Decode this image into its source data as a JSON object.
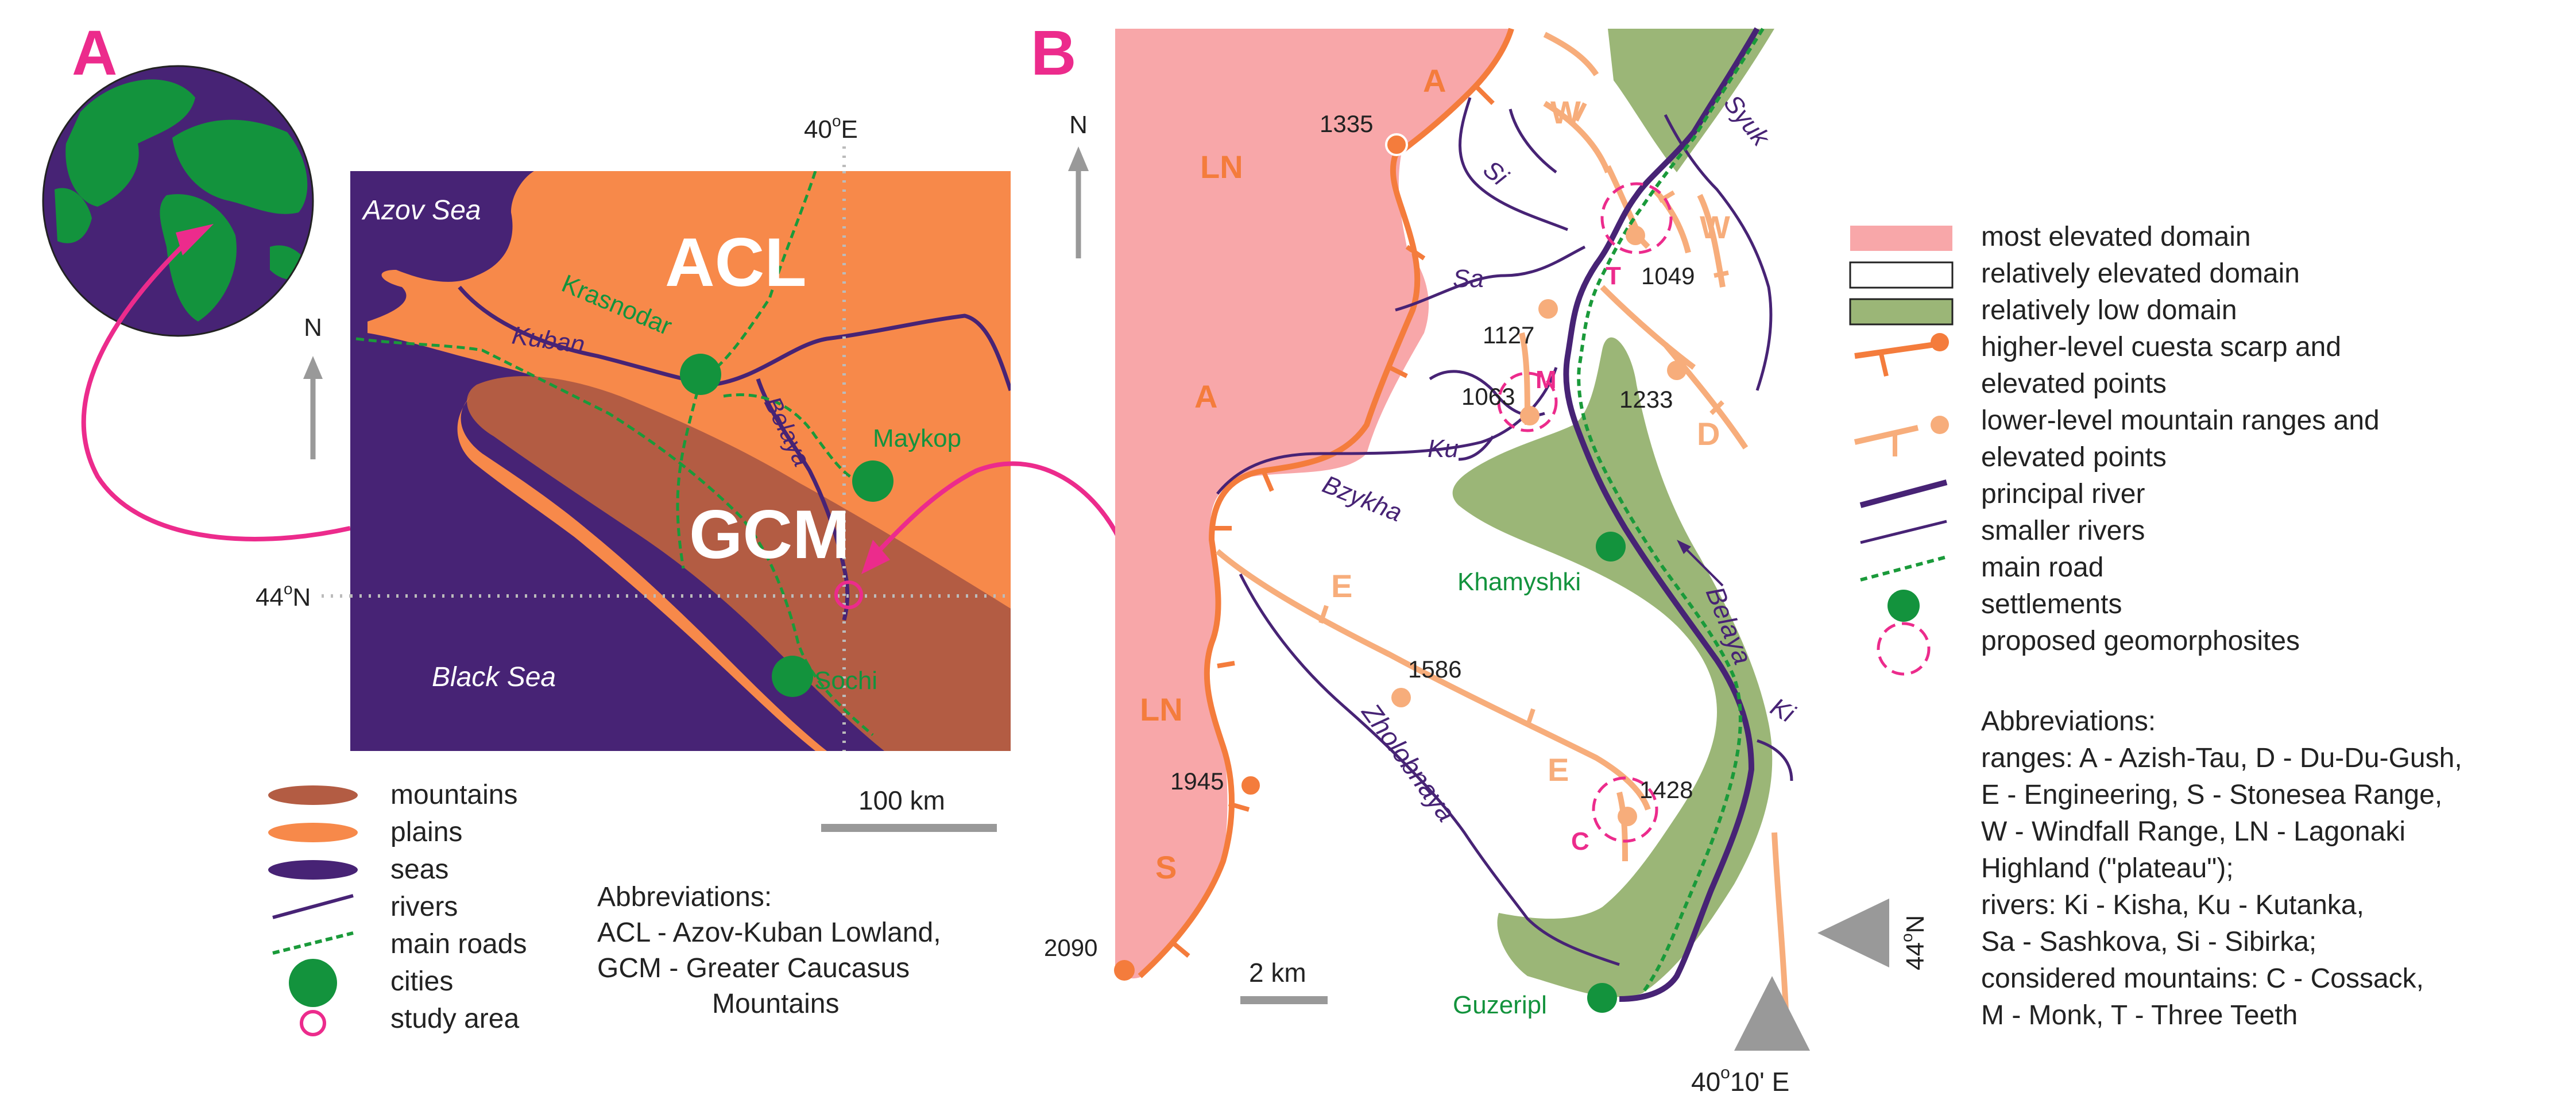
{
  "panel_a": {
    "letter": "A",
    "north": "N",
    "meridian": "40",
    "meridian_sup": "o",
    "meridian_dir": "E",
    "parallel": "44",
    "parallel_sup": "o",
    "parallel_dir": "N",
    "labels": {
      "azov": "Azov Sea",
      "black": "Black Sea",
      "acl": "ACL",
      "gcm": "GCM",
      "krasnodar": "Krasnodar",
      "kuban": "Kuban",
      "belaya": "Belaya",
      "maykop": "Maykop",
      "sochi": "Sochi"
    },
    "scale": "100 km",
    "legend": [
      "mountains",
      "plains",
      "seas",
      "rivers",
      "main roads",
      "cities",
      "study area"
    ],
    "abbr_title": "Abbreviations:",
    "abbr_lines": [
      "ACL - Azov-Kuban Lowland,",
      "GCM - Greater Caucasus",
      "Mountains"
    ]
  },
  "panel_b": {
    "letter": "B",
    "north": "N",
    "ranges": {
      "ln1": "LN",
      "a1": "A",
      "a2": "A",
      "ln2": "LN",
      "s": "S",
      "w1": "W",
      "w2": "W",
      "d": "D",
      "e1": "E",
      "e2": "E"
    },
    "sites": {
      "t": "T",
      "m": "M",
      "c": "C"
    },
    "rivers": {
      "si": "Si",
      "sa": "Sa",
      "ku": "Ku",
      "syuk": "Syuk",
      "bzykha": "Bzykha",
      "belaya": "Belaya",
      "ki": "Ki",
      "zholobnaya": "Zholobnaya"
    },
    "settlements": {
      "khamyshki": "Khamyshki",
      "guzeripl": "Guzeripl"
    },
    "elevations": {
      "e1335": "1335",
      "e1049": "1049",
      "e1127": "1127",
      "e1063": "1063",
      "e1233": "1233",
      "e1586": "1586",
      "e1945": "1945",
      "e1428": "1428",
      "e2090": "2090"
    },
    "scale": "2 km",
    "lat": "44",
    "lat_sup": "o",
    "lat_dir": "N",
    "lon": "40",
    "lon_sup": "o",
    "lon_rest": "10' E"
  },
  "legend_b": [
    "most elevated domain",
    "relatively elevated domain",
    "relatively low domain",
    "higher-level cuesta scarp and",
    "elevated points",
    "lower-level mountain ranges and",
    "elevated points",
    "principal river",
    "smaller rivers",
    "main road",
    "settlements",
    "proposed geomorphosites"
  ],
  "abbr_b_title": "Abbreviations:",
  "abbr_b_lines": [
    "ranges: A - Azish-Tau, D - Du-Du-Gush,",
    "E - Engineering, S - Stonesea Range,",
    "W - Windfall Range, LN - Lagonaki",
    "Highland (\"plateau\");",
    "rivers: Ki - Kisha, Ku - Kutanka,",
    "Sa - Sashkova, Si - Sibirka;",
    "considered mountains: C - Cossack,",
    "M - Monk, T - Three Teeth"
  ],
  "colors": {
    "magenta": "#ec2b8c",
    "sea": "#472375",
    "plain": "#f7894a",
    "mountain": "#b35c43",
    "green_land": "#13933d",
    "road": "#1a9a3a",
    "pink_domain": "#f8a7a9",
    "low_domain": "#9bb677",
    "cuesta": "#f47c3c",
    "ridge": "#f7ad7b",
    "gray": "#999999"
  }
}
